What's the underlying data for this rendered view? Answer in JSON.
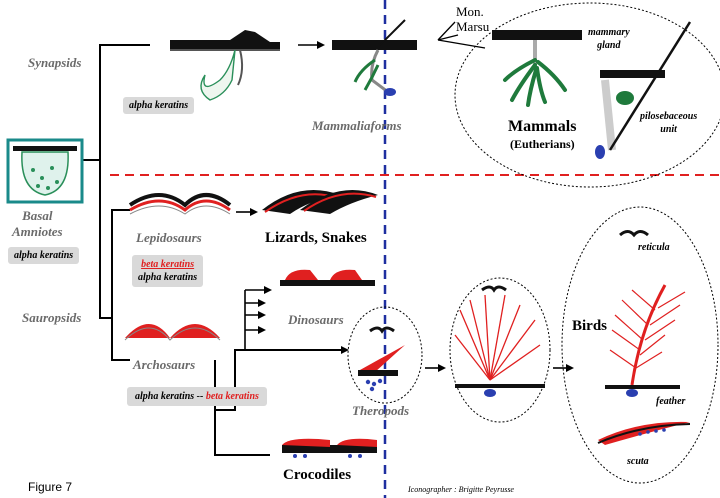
{
  "labels": {
    "synapsids": "Synapsids",
    "basal_amniotes": "Basal\nAmniotes",
    "sauropsids": "Sauropsids",
    "mammaliaforms": "Mammaliaforms",
    "mon_marsu": "Mon.\nMarsu",
    "mammary_gland": "mammary\ngland",
    "mammals": "Mammals",
    "eutherians": "(Eutherians)",
    "pilosebaceous_unit": "pilosebaceous\nunit",
    "lepidosaurs": "Lepidosaurs",
    "lizards_snakes": "Lizards, Snakes",
    "dinosaurs": "Dinosaurs",
    "archosaurs": "Archosaurs",
    "theropods": "Theropods",
    "crocodiles": "Crocodiles",
    "birds": "Birds",
    "reticula": "reticula",
    "feather": "feather",
    "scuta": "scuta",
    "figure": "Figure 7",
    "credit": "Iconographer : Brigitte Peyrusse"
  },
  "keratin_boxes": {
    "synapsid_box": "alpha keratins",
    "basal_box": "alpha keratins",
    "lepido_beta": "beta keratins",
    "lepido_alpha": "alpha keratins",
    "archo_alpha": "alpha keratins --",
    "archo_beta": "beta keratins"
  },
  "colors": {
    "keratin_black": "#111111",
    "beta_red": "#e02020",
    "gland_green": "#1f7a3c",
    "basal_teal": "#1a8a8a",
    "blue_cells": "#2a3fb0",
    "divider_blue": "#1f2fa0",
    "divider_red": "#e02020"
  }
}
